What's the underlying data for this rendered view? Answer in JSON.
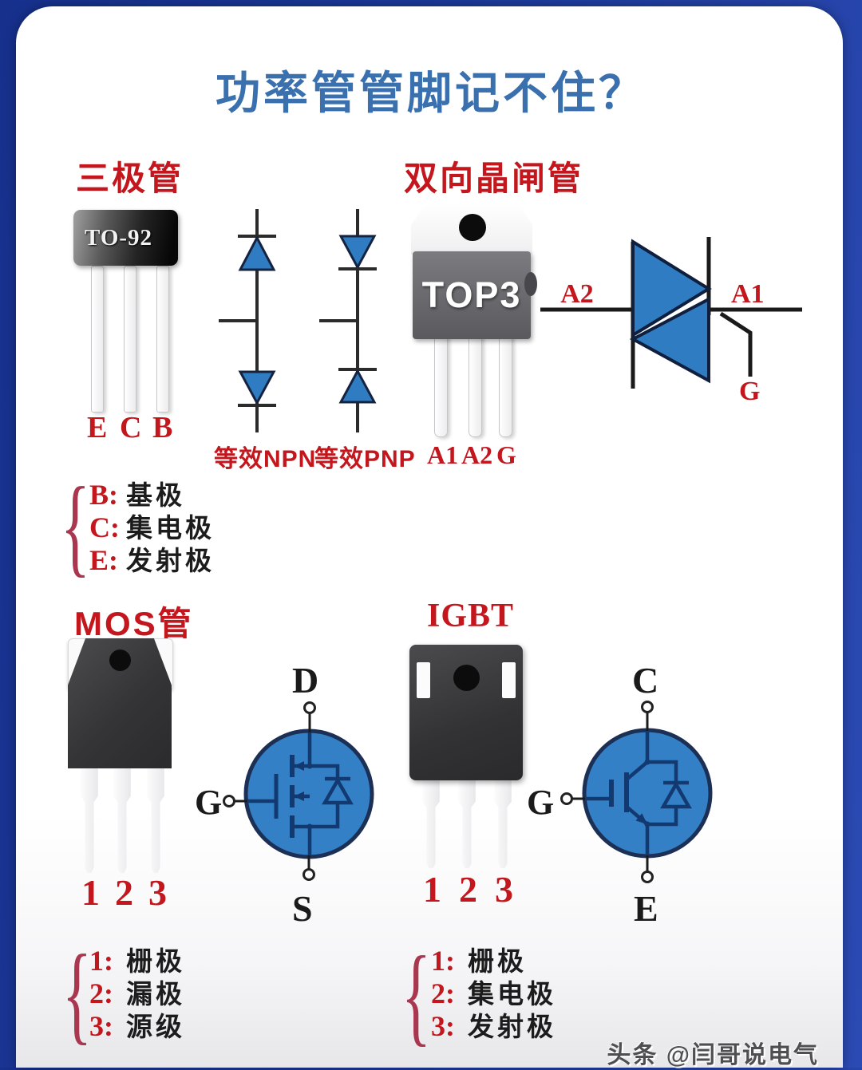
{
  "page": {
    "title": "功率管管脚记不住？",
    "watermark": "头条 @闫哥说电气",
    "legend_brace": "{"
  },
  "bjt": {
    "heading": "三极管",
    "package_label": "TO-92",
    "pins": [
      "E",
      "C",
      "B"
    ],
    "equivalents": {
      "npn": "等效NPN",
      "pnp": "等效PNP"
    },
    "legend": [
      {
        "key": "B:",
        "value": "基极"
      },
      {
        "key": "C:",
        "value": "集电极"
      },
      {
        "key": "E:",
        "value": "发射极"
      }
    ]
  },
  "triac": {
    "heading": "双向晶闸管",
    "package_label": "TOP3",
    "pins": [
      "A1",
      "A2",
      "G"
    ],
    "symbol": {
      "left": "A2",
      "right": "A1",
      "gate": "G"
    }
  },
  "mosfet": {
    "heading": "MOS管",
    "pins": [
      "1",
      "2",
      "3"
    ],
    "symbol": {
      "top": "D",
      "left": "G",
      "bottom": "S"
    },
    "legend": [
      {
        "key": "1:",
        "value": "栅极"
      },
      {
        "key": "2:",
        "value": "漏极"
      },
      {
        "key": "3:",
        "value": "源级"
      }
    ]
  },
  "igbt": {
    "heading": "IGBT",
    "pins": [
      "1",
      "2",
      "3"
    ],
    "symbol": {
      "top": "C",
      "left": "G",
      "bottom": "E"
    },
    "legend": [
      {
        "key": "1:",
        "value": "栅极"
      },
      {
        "key": "2:",
        "value": "集电极"
      },
      {
        "key": "3:",
        "value": "发射极"
      }
    ]
  },
  "colors": {
    "accent_red": "#c3161d",
    "title_blue": "#3b70ae",
    "symbol_blue": "#2f7cc2",
    "symbol_outline": "#1b2c55",
    "background_left": "#16308c",
    "background_right": "#2b4ab3"
  }
}
